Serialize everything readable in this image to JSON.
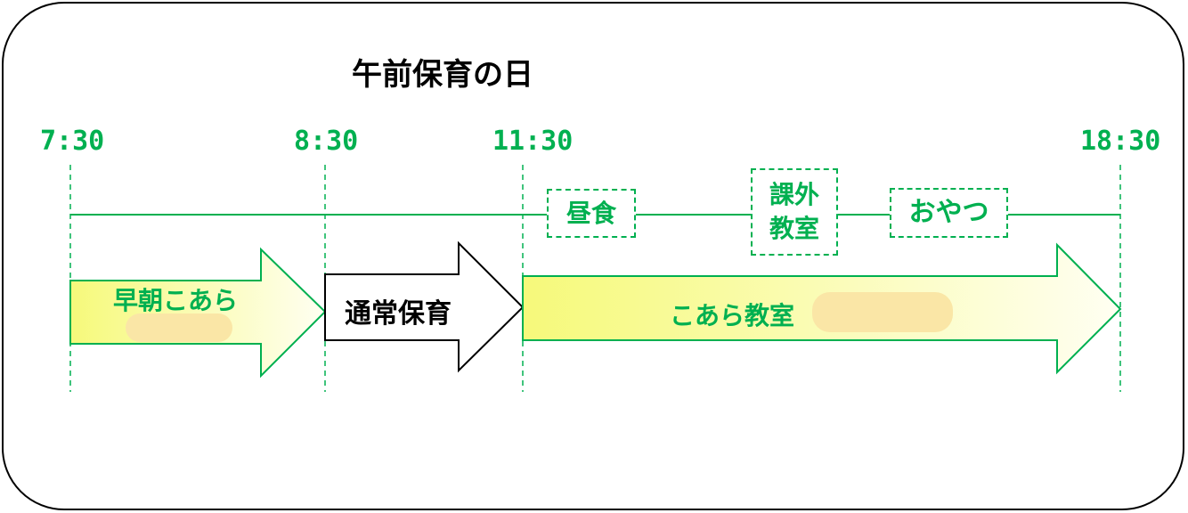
{
  "title": "午前保育の日",
  "colors": {
    "accent": "#00b050",
    "arrow_fill_start": "#f6f97a",
    "arrow_fill_end": "#fffff0",
    "redaction": "#fae6a6"
  },
  "times": [
    "7:30",
    "8:30",
    "11:30",
    "18:30"
  ],
  "arrows": {
    "early": "早朝こあら",
    "regular": "通常保育",
    "koala_class": "こあら教室"
  },
  "events": {
    "lunch": "昼食",
    "extracurricular": "課外\n教室",
    "snack": "おやつ"
  }
}
